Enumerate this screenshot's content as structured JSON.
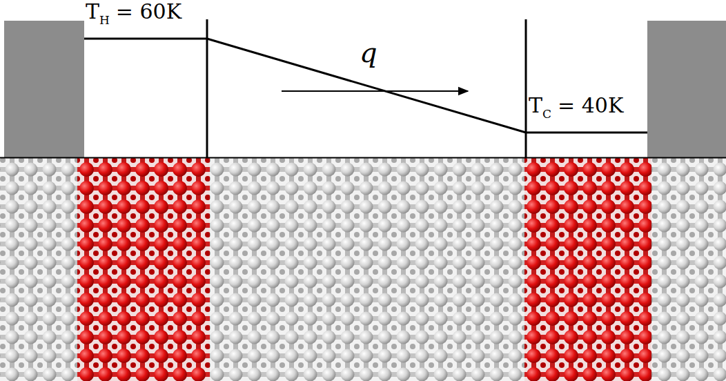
{
  "diagram": {
    "labels": [
      "T",
      "H",
      "= 60K",
      "q",
      "T",
      "C",
      "= 40K"
    ]
  }
}
